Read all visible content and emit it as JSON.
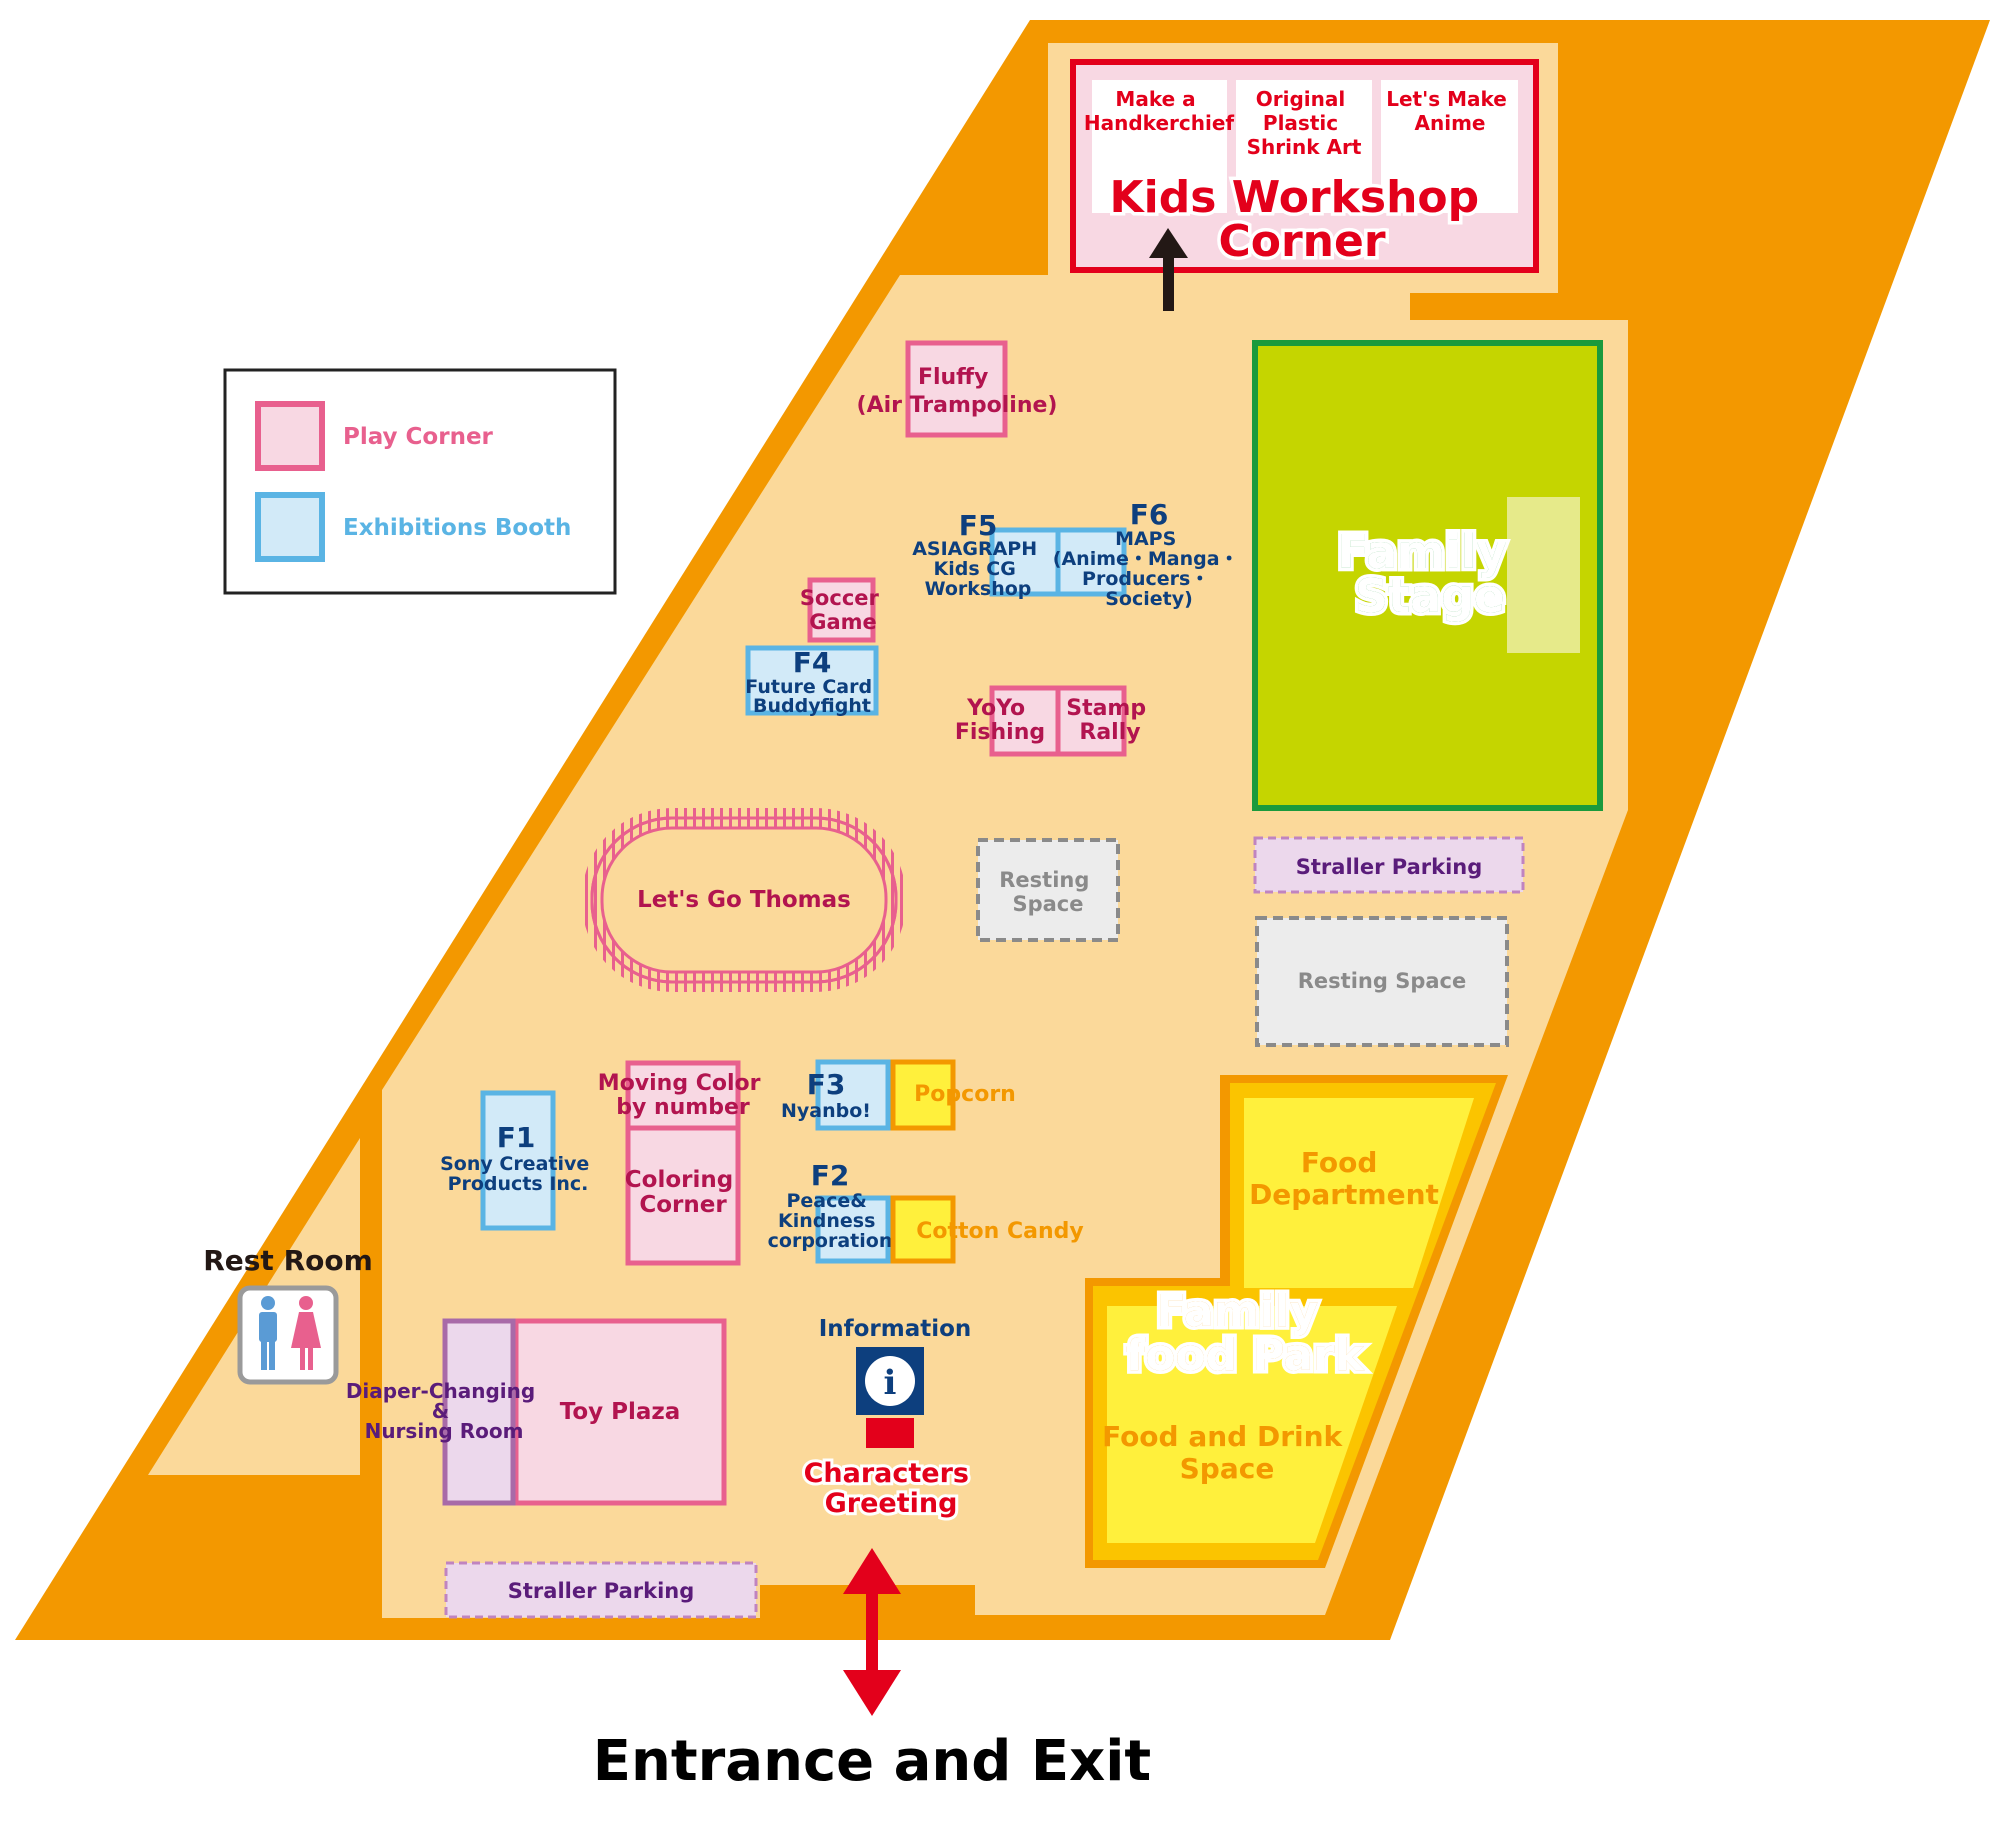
{
  "legend": {
    "play_corner": "Play Corner",
    "exhibitions_booth": "Exhibitions Booth"
  },
  "colors": {
    "outer_wall": "#f39800",
    "floor": "#fbd99a",
    "play_fill": "#f8d8e3",
    "play_border": "#e8608e",
    "play_text": "#b2144f",
    "booth_fill": "#d2eaf8",
    "booth_border": "#5ab4e4",
    "booth_text": "#0d3f7e",
    "stage_fill": "#c5d500",
    "stage_border": "#1a9a3c",
    "food_fill": "#fff03c",
    "food_text": "#f39800",
    "workshop_red": "#e3001b",
    "resting_fill": "#ececec",
    "stroller_fill": "#ecd8ec",
    "stroller_text": "#5a1c7a"
  },
  "workshop": {
    "title_line1": "Kids Workshop",
    "title_line2": "Corner",
    "item1": [
      "Make a",
      "Handkerchief"
    ],
    "item2": [
      "Original",
      "Plastic",
      "Shrink Art"
    ],
    "item3": [
      "Let's Make",
      "Anime"
    ]
  },
  "play_corners": {
    "fluffy": [
      "Fluffy",
      "(Air Trampoline)"
    ],
    "soccer": [
      "Soccer",
      "Game"
    ],
    "yoyo": [
      "YoYo",
      "Fishing"
    ],
    "stamp": [
      "Stamp",
      "Rally"
    ],
    "thomas": "Let's Go Thomas",
    "moving_color": [
      "Moving Color",
      "by number"
    ],
    "coloring": [
      "Coloring",
      "Corner"
    ],
    "toy_plaza": "Toy Plaza"
  },
  "booths": {
    "f1": {
      "id": "F1",
      "name": [
        "Sony Creative",
        "Products Inc."
      ]
    },
    "f2": {
      "id": "F2",
      "name": [
        "Peace&",
        "Kindness",
        "corporation"
      ]
    },
    "f3": {
      "id": "F3",
      "name": [
        "Nyanbo!"
      ]
    },
    "f4": {
      "id": "F4",
      "name": [
        "Future Card",
        "Buddyfight"
      ]
    },
    "f5": {
      "id": "F5",
      "name": [
        "ASIAGRAPH",
        "Kids CG",
        "Workshop"
      ]
    },
    "f6": {
      "id": "F6",
      "name": [
        "MAPS",
        "(Anime・Manga・",
        "Producers・",
        "Society)"
      ]
    }
  },
  "family_stage": [
    "Family",
    "Stage"
  ],
  "food": {
    "department": [
      "Food",
      "Department"
    ],
    "park": [
      "Family",
      "food Park"
    ],
    "drink_space": [
      "Food and Drink",
      "Space"
    ],
    "popcorn": "Popcorn",
    "cotton_candy": "Cotton Candy"
  },
  "facilities": {
    "resting_small": [
      "Resting",
      "Space"
    ],
    "resting_large": "Resting Space",
    "stroller_top": "Straller Parking",
    "stroller_bottom": "Straller Parking",
    "rest_room": "Rest Room",
    "diaper": [
      "Diaper-Changing",
      "&",
      "Nursing Room"
    ],
    "information": "Information",
    "info_icon": "i",
    "characters": [
      "Characters",
      "Greeting"
    ],
    "entrance": "Entrance and Exit"
  },
  "icons": {
    "restroom": "restroom-icon",
    "info": "information-icon"
  }
}
